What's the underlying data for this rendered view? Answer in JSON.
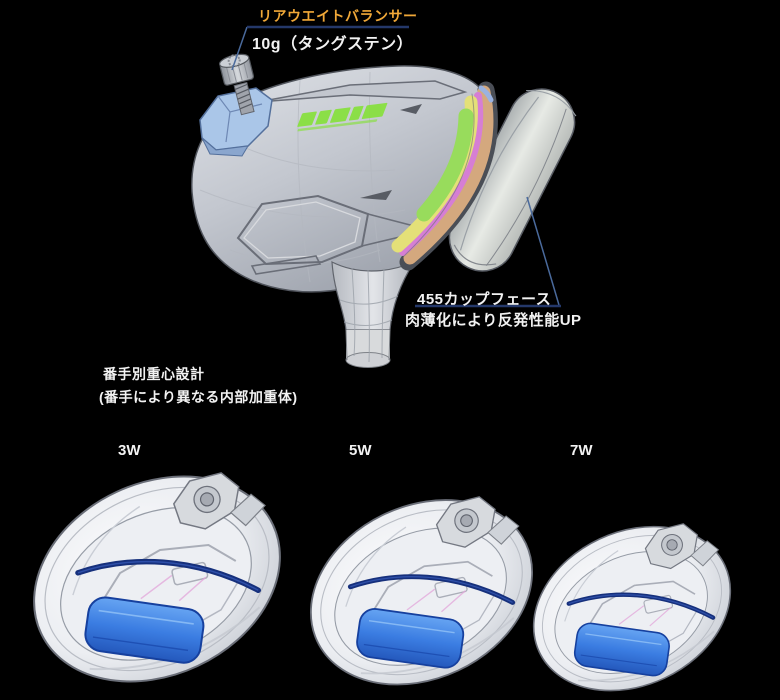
{
  "colors": {
    "bg": "#000000",
    "accent-orange": "#f0a838",
    "text-white": "#f2f2f2",
    "callout-line-dark": "#24386a",
    "callout-line-light": "#4a6a9c",
    "logo-green": "#85e138",
    "weight-blue-light": "#aac6e8",
    "block-blue": "#3b7de2",
    "rib-navy": "#16307c",
    "layer-tan": "#d4a87e",
    "layer-magenta": "#d67ed4",
    "layer-yellow": "#e4e078",
    "layer-green": "#98dc5c",
    "layer-blue": "#9ab2e0"
  },
  "callouts": {
    "rear_weight": {
      "title": "リアウエイトバランサー",
      "spec": "10g（タングステン）"
    },
    "cup_face": {
      "name": "455カップフェース",
      "desc": "肉薄化により反発性能UP"
    }
  },
  "section": {
    "title": "番手別重心設計",
    "subtitle": "(番手により異なる内部加重体)"
  },
  "clubs": [
    {
      "label": "3W"
    },
    {
      "label": "5W"
    },
    {
      "label": "7W"
    }
  ]
}
